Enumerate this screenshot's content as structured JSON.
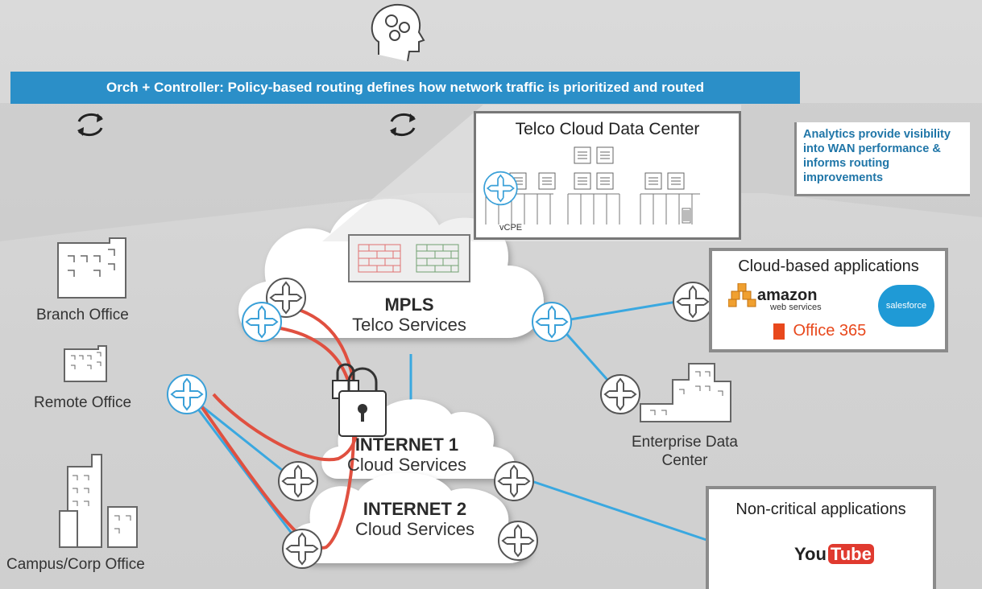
{
  "banner": "Orch + Controller: Policy-based routing defines how network traffic is prioritized and routed",
  "analytics_note": "Analytics provide visibility into WAN performance & informs routing improvements",
  "telco_dc": {
    "title": "Telco Cloud Data Center",
    "vcpe_label": "vCPE"
  },
  "clouds": {
    "mpls": {
      "title": "MPLS",
      "subtitle": "Telco Services"
    },
    "internet1": {
      "title": "INTERNET 1",
      "subtitle": "Cloud Services"
    },
    "internet2": {
      "title": "INTERNET 2",
      "subtitle": "Cloud Services"
    }
  },
  "sites": {
    "branch": "Branch Office",
    "remote": "Remote Office",
    "campus": "Campus/Corp Office",
    "enterprise_dc": "Enterprise Data Center"
  },
  "cloud_apps": {
    "title": "Cloud-based applications",
    "amazon_main": "amazon",
    "amazon_sub": "web services",
    "salesforce": "salesforce",
    "office": "Office 365"
  },
  "noncritical_apps": {
    "title": "Non-critical applications",
    "youtube_you": "You",
    "youtube_tube": "Tube"
  },
  "colors": {
    "banner": "#2b8fc8",
    "link_blue": "#3aa8e0",
    "secure_red": "#e05040",
    "analytics_text": "#2076a8"
  },
  "icons": [
    "brain-gears-icon",
    "sync-icon",
    "router-icon",
    "firewall-icon",
    "padlock-icon",
    "building-icon",
    "server-rack-icon"
  ]
}
